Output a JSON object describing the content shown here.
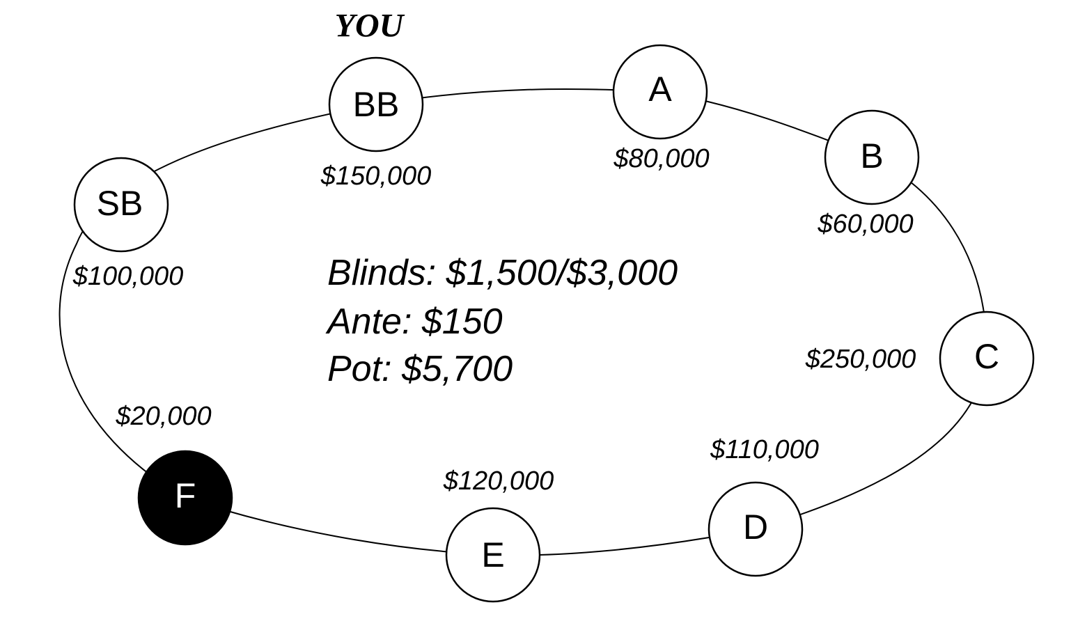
{
  "hero": {
    "label": "YOU"
  },
  "seats": [
    {
      "id": "bb",
      "label": "BB",
      "stack": "$150,000",
      "dark": false
    },
    {
      "id": "a",
      "label": "A",
      "stack": "$80,000",
      "dark": false
    },
    {
      "id": "b",
      "label": "B",
      "stack": "$60,000",
      "dark": false
    },
    {
      "id": "c",
      "label": "C",
      "stack": "$250,000",
      "dark": false
    },
    {
      "id": "d",
      "label": "D",
      "stack": "$110,000",
      "dark": false
    },
    {
      "id": "e",
      "label": "E",
      "stack": "$120,000",
      "dark": false
    },
    {
      "id": "f",
      "label": "F",
      "stack": "$20,000",
      "dark": true
    },
    {
      "id": "sb",
      "label": "SB",
      "stack": "$100,000",
      "dark": false
    }
  ],
  "info": {
    "blinds": "Blinds: $1,500/$3,000",
    "ante": "Ante: $150",
    "pot": "Pot: $5,700"
  },
  "colors": {
    "line": "#000000",
    "seat_fill": "#ffffff",
    "highlight_seat_fill": "#000000"
  }
}
